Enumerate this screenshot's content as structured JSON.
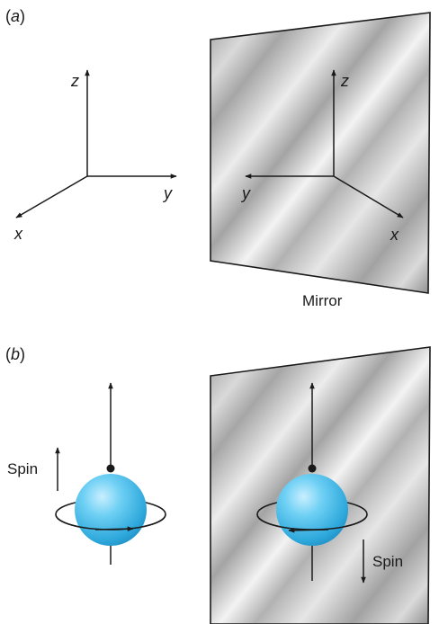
{
  "panel_a": {
    "label_open": "(",
    "label_letter": "a",
    "label_close": ")",
    "axes": {
      "x": "x",
      "y": "y",
      "z": "z"
    },
    "mirrored_axes": {
      "x": "x",
      "y": "y",
      "z": "z"
    },
    "mirror_caption": "Mirror"
  },
  "panel_b": {
    "label_open": "(",
    "label_letter": "b",
    "label_close": ")",
    "spin_left": "Spin",
    "spin_right": "Spin"
  },
  "colors": {
    "sphere": "#35b5e5",
    "mirror_light": "#f1f1f1",
    "mirror_dark": "#9a9a9a",
    "ink": "#1a1a1a"
  }
}
